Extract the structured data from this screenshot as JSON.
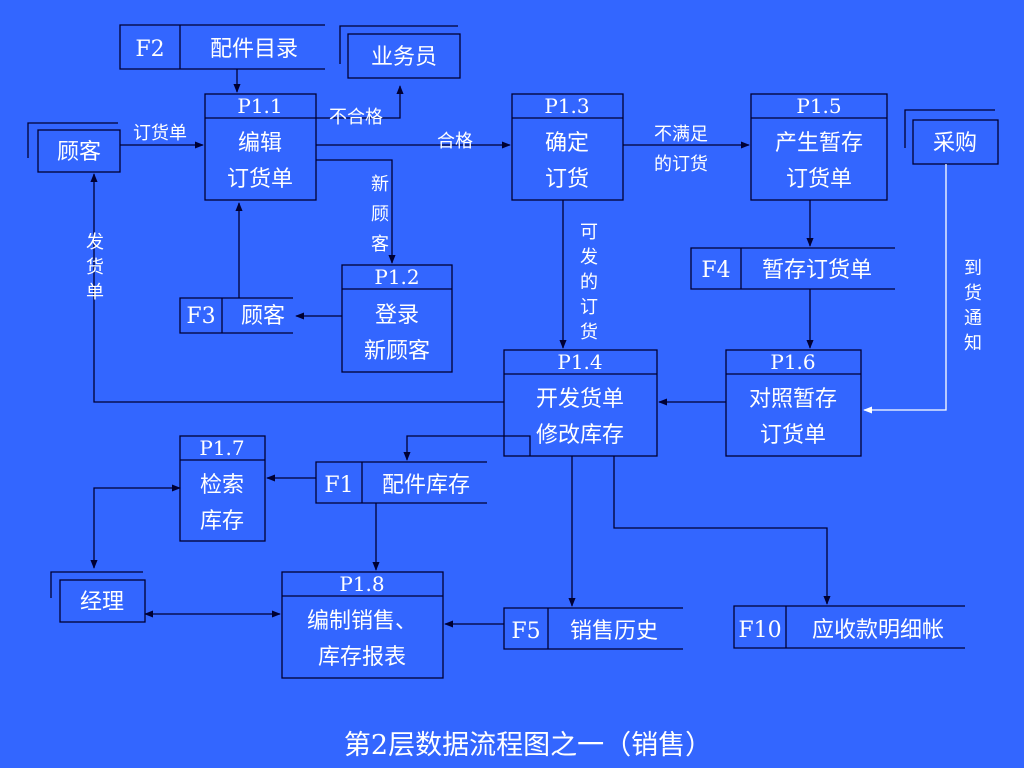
{
  "title": "第2层数据流程图之一（销售）",
  "processes": {
    "p1_1": {
      "id": "P1.1",
      "line1": "编辑",
      "line2": "订货单"
    },
    "p1_2": {
      "id": "P1.2",
      "line1": "登录",
      "line2": "新顾客"
    },
    "p1_3": {
      "id": "P1.3",
      "line1": "确定",
      "line2": "订货"
    },
    "p1_4": {
      "id": "P1.4",
      "line1": "开发货单",
      "line2": "修改库存"
    },
    "p1_5": {
      "id": "P1.5",
      "line1": "产生暂存",
      "line2": "订货单"
    },
    "p1_6": {
      "id": "P1.6",
      "line1": "对照暂存",
      "line2": "订货单"
    },
    "p1_7": {
      "id": "P1.7",
      "line1": "检索",
      "line2": "库存"
    },
    "p1_8": {
      "id": "P1.8",
      "line1": "编制销售、",
      "line2": "库存报表"
    }
  },
  "stores": {
    "f1": {
      "id": "F1",
      "name": "配件库存"
    },
    "f2": {
      "id": "F2",
      "name": "配件目录"
    },
    "f3": {
      "id": "F3",
      "name": "顾客"
    },
    "f4": {
      "id": "F4",
      "name": "暂存订货单"
    },
    "f5": {
      "id": "F5",
      "name": "销售历史"
    },
    "f10": {
      "id": "F10",
      "name": "应收款明细帐"
    }
  },
  "entities": {
    "customer": "顾客",
    "salesperson": "业务员",
    "purchasing": "采购",
    "manager": "经理"
  },
  "flows": {
    "order_form": "订货单",
    "unqualified": "不合格",
    "qualified": "合格",
    "unsatisfied_1": "不满足",
    "unsatisfied_2": "的订货",
    "new_customer": [
      "新",
      "顾",
      "客"
    ],
    "deliverable": [
      "可",
      "发",
      "的",
      "订",
      "货"
    ],
    "delivery_note": [
      "发",
      "货",
      "单"
    ],
    "arrival_notice": [
      "到",
      "货",
      "通",
      "知"
    ]
  },
  "colors": {
    "background": "#3366ff",
    "lines": "#000033",
    "text": "#ffffff"
  }
}
